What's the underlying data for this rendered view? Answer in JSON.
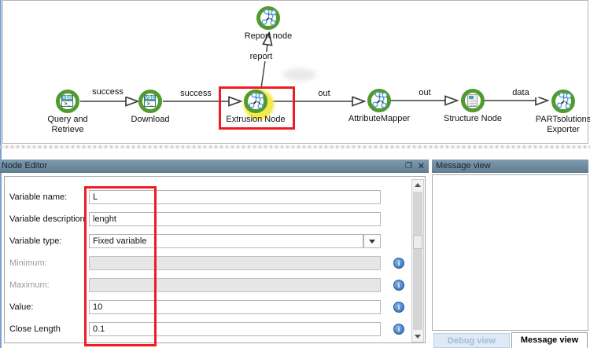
{
  "canvas": {
    "nodes": [
      {
        "label": "Report node"
      },
      {
        "label": "Query and Retrieve"
      },
      {
        "label": "Download"
      },
      {
        "label": "Extrusion Node"
      },
      {
        "label": "AttributeMapper"
      },
      {
        "label": "Structure Node"
      },
      {
        "label": "PARTsolutions Exporter"
      }
    ],
    "edge_labels": [
      "success",
      "success",
      "out",
      "out",
      "data",
      "report"
    ],
    "script_icon_text": "VBS",
    "script_icon_prompt": ">_",
    "colors": {
      "node_ring_green": "#4f9b2f",
      "selection_red": "#ee1c25",
      "selected_glow_yellow": "#f3ea4e",
      "edge_line": "#3c3c3c",
      "panel_header_blue": "#6e8ca1",
      "info_icon_blue": "#2f6cb5"
    }
  },
  "node_editor": {
    "title": "Node Editor",
    "icons": {
      "float": "❐",
      "close": "✕",
      "info": "i"
    },
    "fields": [
      {
        "label": "Variable name:",
        "value": "L"
      },
      {
        "label": "Variable description:",
        "value": "lenght"
      },
      {
        "label": "Variable type:",
        "value": "Fixed variable"
      },
      {
        "label": "Minimum:",
        "value": ""
      },
      {
        "label": "Maximum:",
        "value": ""
      },
      {
        "label": "Value:",
        "value": "10"
      },
      {
        "label": "Close Length",
        "value": "0.1"
      }
    ]
  },
  "message_view": {
    "title": "Message view",
    "tabs": [
      {
        "label": "Debug view"
      },
      {
        "label": "Message view"
      }
    ]
  }
}
